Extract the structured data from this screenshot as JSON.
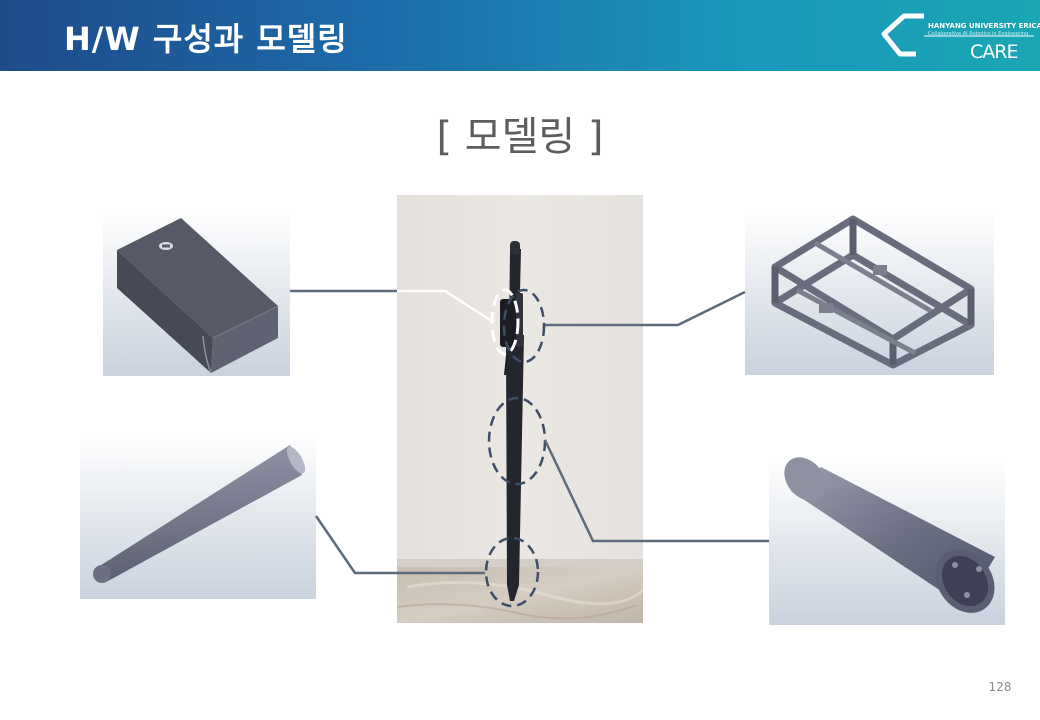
{
  "header": {
    "title": "H/W 구성과 모델링",
    "logo": {
      "university": "HANYANG UNIVERSITY ERICA",
      "subtitle": "Collaborative AI Robotics in Engineering",
      "brand": "CARE"
    }
  },
  "main": {
    "section_title": "[ 모델링 ]"
  },
  "footer": {
    "page_number": "128"
  },
  "colors": {
    "header_gradient_start": "#1f4a8a",
    "header_gradient_end": "#1aa6b3",
    "connector": "#5f6b7a",
    "dashed_oval": "#3e4e66"
  }
}
